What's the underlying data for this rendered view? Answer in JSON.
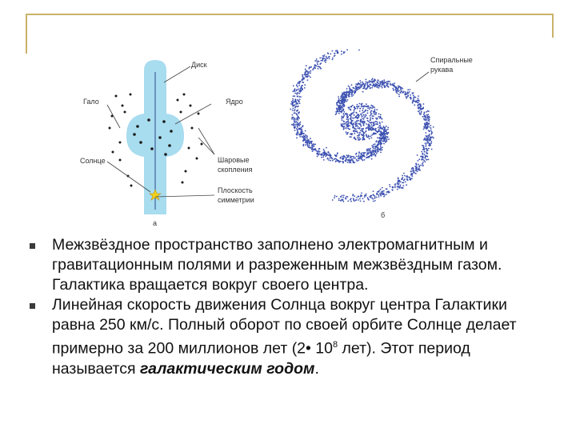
{
  "figure": {
    "panel_a_label": "а",
    "panel_b_label": "б",
    "labels": {
      "disk": "Диск",
      "halo": "Гало",
      "core": "Ядро",
      "sun": "Солнце",
      "globular_1": "Шаровые",
      "globular_2": "скопления",
      "plane_1": "Плоскость",
      "plane_2": "симметрии",
      "arms_1": "Спиральные",
      "arms_2": "рукава"
    }
  },
  "bullets": [
    {
      "text": "Межзвёздное пространство заполнено электромагнитным и гравитационным полями и разреженным межзвёздным газом. Галактика вращается вокруг своего центра."
    },
    {
      "text_1": "Линейная скорость движения Солнца вокруг центра Галактики равна 250 км/с. Полный оборот по своей орбите Солнце делает примерно за 200 миллионов лет (2• 10",
      "sup": "8",
      "text_2": " лет). Этот период называется ",
      "emphasis": "галактическим годом",
      "text_3": "."
    }
  ],
  "colors": {
    "frame": "#c9b36a",
    "disk": "#a8dcef",
    "spiral_dots": "#3a4fb0",
    "sun_star": "#f2d21a"
  }
}
